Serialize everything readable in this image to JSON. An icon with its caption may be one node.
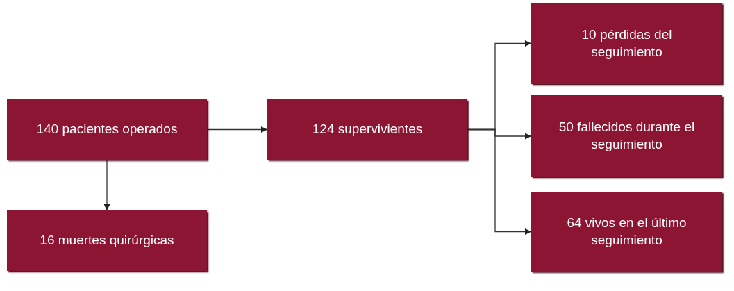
{
  "diagram": {
    "nodes": [
      {
        "text": [
          "140 pacientes operados"
        ]
      },
      {
        "text": [
          "16 muertes quirúrgicas"
        ]
      },
      {
        "text": [
          "124 supervivientes"
        ]
      },
      {
        "text": [
          "10 pérdidas del seguimiento"
        ]
      },
      {
        "text": [
          "50 fallecidos durante el seguimiento"
        ]
      },
      {
        "text": [
          "64 vivos en el último seguimiento"
        ]
      }
    ],
    "edges": [
      {
        "from": 0,
        "to": 1,
        "arrow": "to"
      },
      {
        "from": 0,
        "to": 2,
        "arrow": "to"
      },
      {
        "from": 2,
        "to": 3,
        "arrow": "to"
      },
      {
        "from": 2,
        "to": 4,
        "arrow": "to"
      },
      {
        "from": 2,
        "to": 5,
        "arrow": "to"
      }
    ]
  }
}
